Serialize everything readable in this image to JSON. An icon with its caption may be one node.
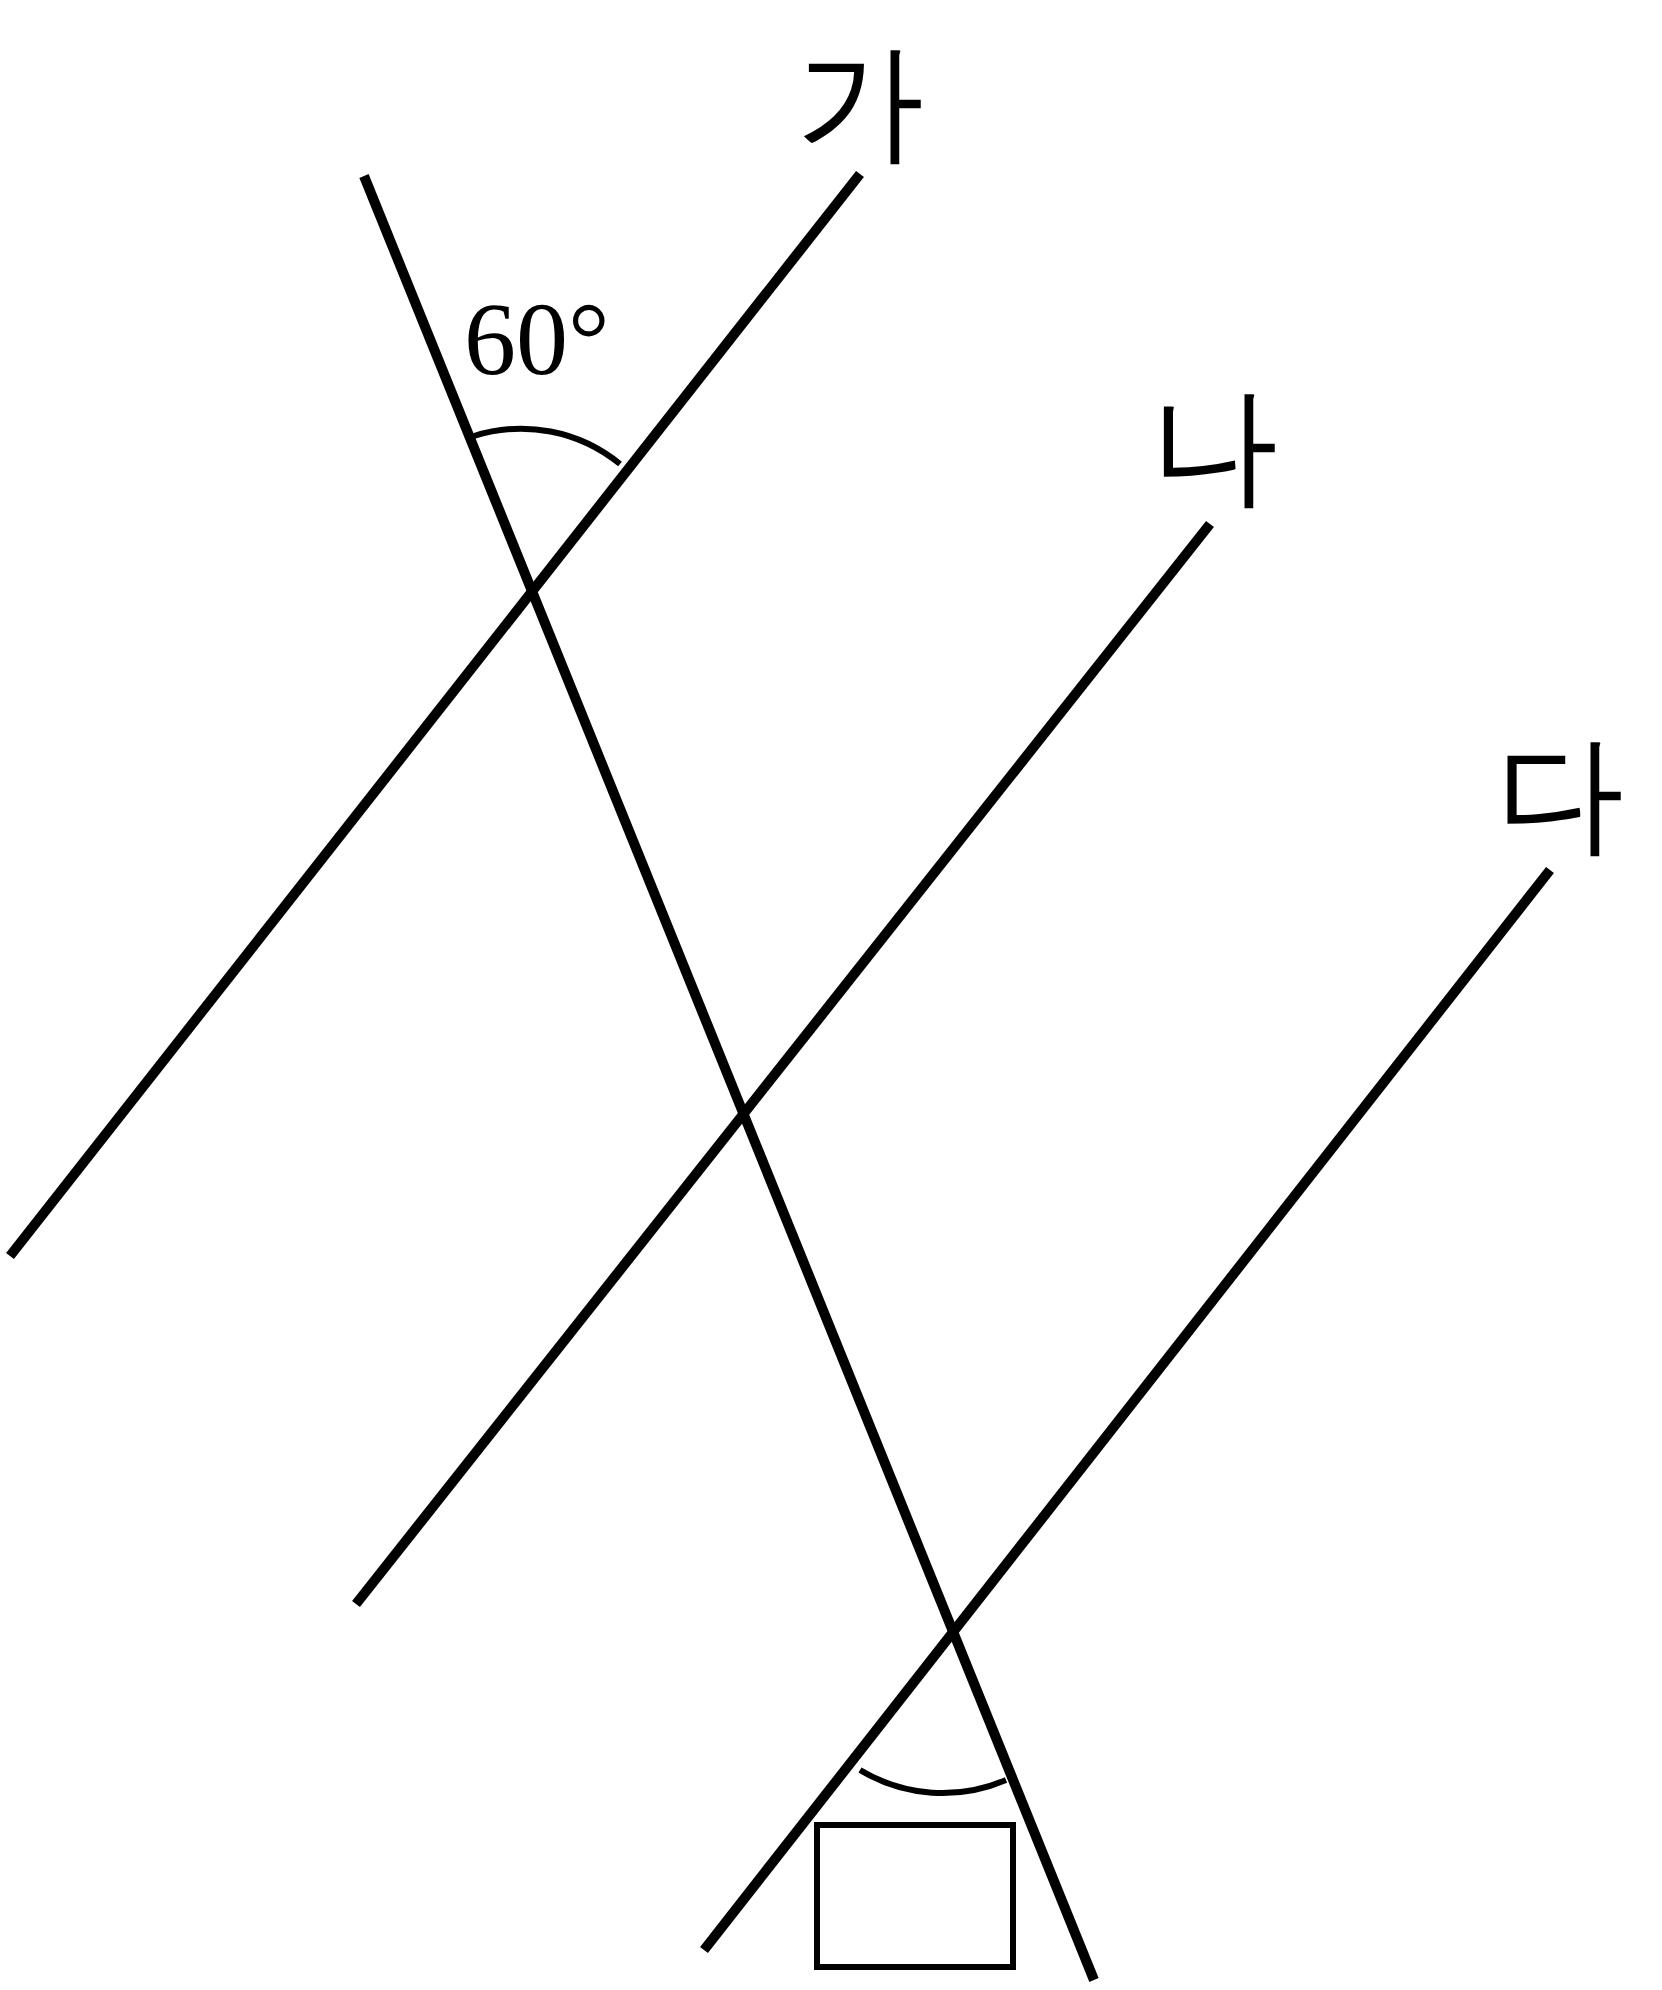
{
  "diagram": {
    "nodes": [
      {
        "text": [],
        "shape": "box"
      }
    ],
    "labels": [
      "가",
      "나",
      "다",
      "60°"
    ]
  }
}
